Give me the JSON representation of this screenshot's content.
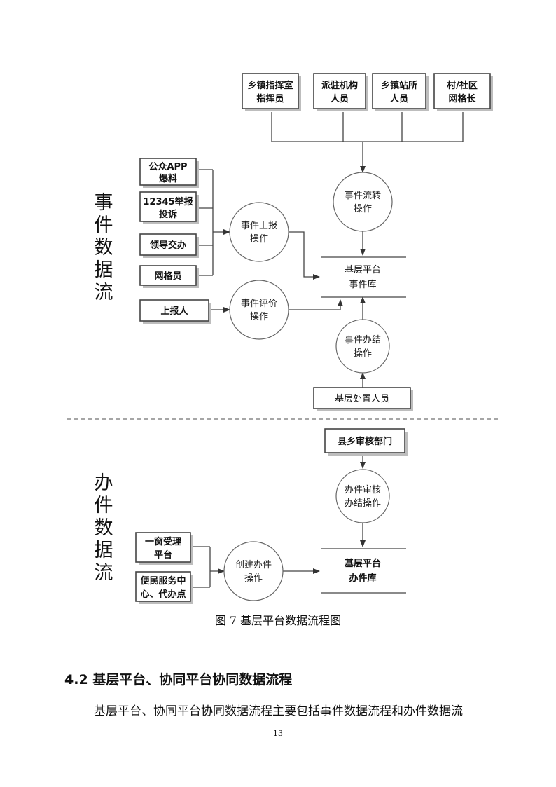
{
  "diagram": {
    "side_labels": {
      "event": [
        "事",
        "件",
        "数",
        "据",
        "流"
      ],
      "case": [
        "办",
        "件",
        "数",
        "据",
        "流"
      ]
    },
    "event_flow": {
      "top_boxes": [
        [
          "乡镇指挥室",
          "指挥员"
        ],
        [
          "派驻机构",
          "人员"
        ],
        [
          "乡镇站所",
          "人员"
        ],
        [
          "村/社区",
          "网格长"
        ]
      ],
      "source_boxes": [
        [
          "公众APP",
          "爆料"
        ],
        [
          "12345举报",
          "投诉"
        ],
        [
          "领导交办"
        ],
        [
          "网格员"
        ]
      ],
      "reporter_box": [
        "上报人"
      ],
      "handler_box": [
        "基层处置人员"
      ],
      "circles": {
        "transfer": [
          "事件流转",
          "操作"
        ],
        "report": [
          "事件上报",
          "操作"
        ],
        "evaluate": [
          "事件评价",
          "操作"
        ],
        "close": [
          "事件办结",
          "操作"
        ]
      },
      "store": [
        "基层平台",
        "事件库"
      ]
    },
    "case_flow": {
      "review_box": [
        "县乡审核部门"
      ],
      "source_boxes": [
        [
          "一窗受理",
          "平台"
        ],
        [
          "便民服务中",
          "心、代办点"
        ]
      ],
      "circles": {
        "review": [
          "办件审核",
          "办结操作"
        ],
        "create": [
          "创建办件",
          "操作"
        ]
      },
      "store": [
        "基层平台",
        "办件库"
      ]
    }
  },
  "caption": "图 7 基层平台数据流程图",
  "section_heading": "4.2 基层平台、协同平台协同数据流程",
  "paragraph": "基层平台、协同平台协同数据流程主要包括事件数据流程和办件数据流",
  "page_number": "13"
}
